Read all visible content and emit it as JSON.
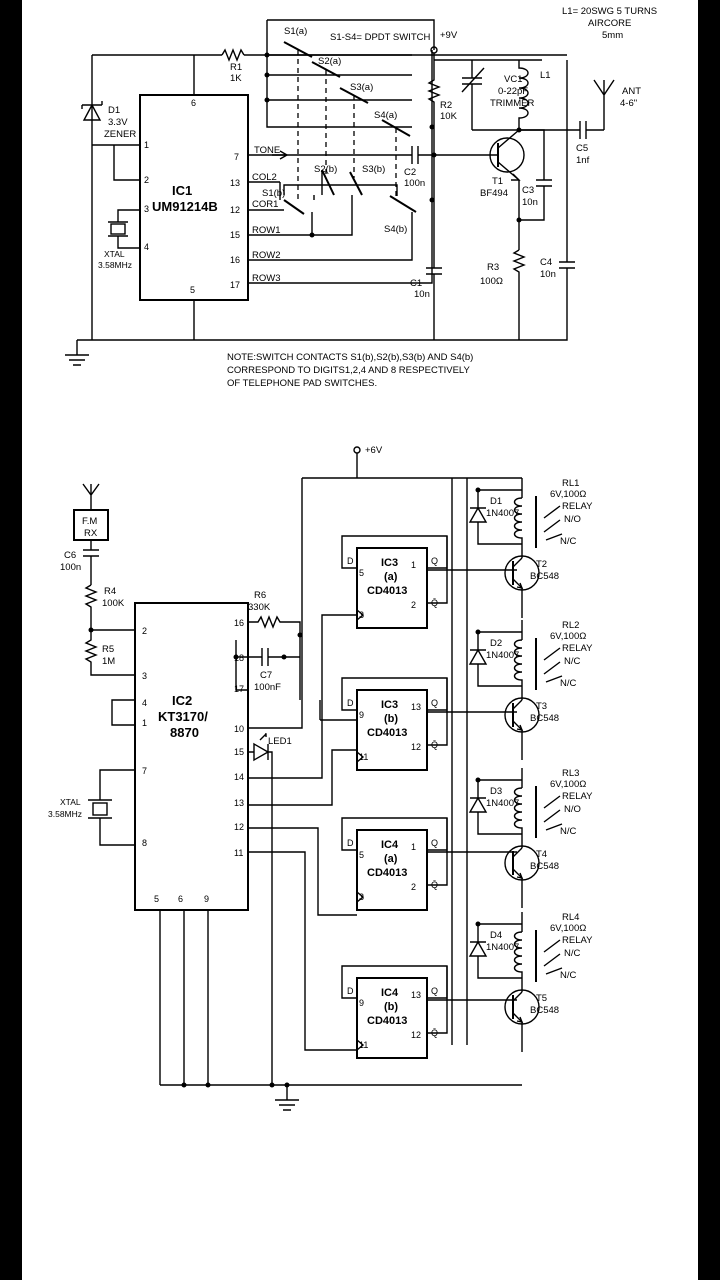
{
  "top": {
    "inductor_note": [
      "L1= 20SWG 5 TURNS",
      "AIRCORE",
      "5mm"
    ],
    "switch_note": "S1-S4= DPDT SWITCH",
    "supply": "+9V",
    "ic1": {
      "ref": "IC1",
      "part": "UM91214B",
      "pins": {
        "p6": "6",
        "p1": "1",
        "p2": "2",
        "p3": "3",
        "p4": "4",
        "p5": "5",
        "p7": "7",
        "p13": "13",
        "p12": "12",
        "p15": "15",
        "p16": "16",
        "p17": "17"
      }
    },
    "nets": {
      "tone": "TONE",
      "col2": "COL2",
      "cor1": "COR1",
      "row1": "ROW1",
      "row2": "ROW2",
      "row3": "ROW3"
    },
    "switches": {
      "s1a": "S1(a)",
      "s2a": "S2(a)",
      "s3a": "S3(a)",
      "s4a": "S4(a)",
      "s1b": "S1(b)",
      "s2b": "S2(b)",
      "s3b": "S3(b)",
      "s4b": "S4(b)"
    },
    "d1": [
      "D1",
      "3.3V",
      "ZENER"
    ],
    "r1": [
      "R1",
      "1K"
    ],
    "r2": [
      "R2",
      "10K"
    ],
    "r3": [
      "R3",
      "100Ω"
    ],
    "vc1": [
      "VC1",
      "0-22pF",
      "TRIMMER"
    ],
    "l1": "L1",
    "ant": [
      "ANT",
      "4-6\""
    ],
    "c5": [
      "C5",
      "1nf"
    ],
    "c2": [
      "C2",
      "100n"
    ],
    "c3": [
      "C3",
      "10n"
    ],
    "c4": [
      "C4",
      "10n"
    ],
    "c1": [
      "C1",
      "10n"
    ],
    "t1": [
      "T1",
      "BF494"
    ],
    "xtal": [
      "XTAL",
      "3.58MHz"
    ],
    "note": [
      "NOTE:SWITCH CONTACTS S1(b),S2(b),S3(b) AND S4(b)",
      "CORRESPOND TO DIGITS1,2,4 AND 8 RESPECTIVELY",
      "OF TELEPHONE PAD SWITCHES."
    ]
  },
  "bottom": {
    "supply": "+6V",
    "fmrx": [
      "F.M",
      "RX"
    ],
    "c6": [
      "C6",
      "100n"
    ],
    "r4": [
      "R4",
      "100K"
    ],
    "r5": [
      "R5",
      "1M"
    ],
    "r6": [
      "R6",
      "330K"
    ],
    "c7": [
      "C7",
      "100nF"
    ],
    "ic2": {
      "ref": "IC2",
      "part": [
        "KT3170/",
        "8870"
      ],
      "pins": {
        "p2": "2",
        "p3": "3",
        "p4": "4",
        "p1": "1",
        "p7": "7",
        "p8": "8",
        "p16": "16",
        "p18": "18",
        "p17": "17",
        "p10": "10",
        "p15": "15",
        "p14": "14",
        "p13": "13",
        "p12": "12",
        "p11": "11",
        "p5": "5",
        "p6": "6",
        "p9": "9"
      }
    },
    "led": "LED1",
    "xtal": [
      "XTAL",
      "3.58MHz"
    ],
    "flipflops": [
      {
        "ref": "IC3",
        "sub": "(a)",
        "part": "CD4013",
        "d": "D",
        "pin_d": "5",
        "pin_clk": "3",
        "pin_q": "1",
        "pin_qb": "2",
        "q": "Q",
        "qb": "Q̄"
      },
      {
        "ref": "IC3",
        "sub": "(b)",
        "part": "CD4013",
        "d": "D",
        "pin_d": "9",
        "pin_clk": "11",
        "pin_q": "13",
        "pin_qb": "12",
        "q": "Q",
        "qb": "Q̄"
      },
      {
        "ref": "IC4",
        "sub": "(a)",
        "part": "CD4013",
        "d": "D",
        "pin_d": "5",
        "pin_clk": "3",
        "pin_q": "1",
        "pin_qb": "2",
        "q": "Q",
        "qb": "Q̄"
      },
      {
        "ref": "IC4",
        "sub": "(b)",
        "part": "CD4013",
        "d": "D",
        "pin_d": "9",
        "pin_clk": "11",
        "pin_q": "13",
        "pin_qb": "12",
        "q": "Q",
        "qb": "Q̄"
      }
    ],
    "relays": [
      {
        "ref": "RL1",
        "rating": "6V,100Ω",
        "type": "RELAY",
        "c1": "N/O",
        "c2": "N/C",
        "diode": "D1",
        "diode_part": "1N4007",
        "t": "T2",
        "t_part": "BC548"
      },
      {
        "ref": "RL2",
        "rating": "6V,100Ω",
        "type": "RELAY",
        "c1": "N/C",
        "c2": "N/C",
        "diode": "D2",
        "diode_part": "1N4007",
        "t": "T3",
        "t_part": "BC548"
      },
      {
        "ref": "RL3",
        "rating": "6V,100Ω",
        "type": "RELAY",
        "c1": "N/O",
        "c2": "N/C",
        "diode": "D3",
        "diode_part": "1N4007",
        "t": "T4",
        "t_part": "BC548"
      },
      {
        "ref": "RL4",
        "rating": "6V,100Ω",
        "type": "RELAY",
        "c1": "N/C",
        "c2": "N/C",
        "diode": "D4",
        "diode_part": "1N4007",
        "t": "T5",
        "t_part": "BC548"
      }
    ]
  }
}
